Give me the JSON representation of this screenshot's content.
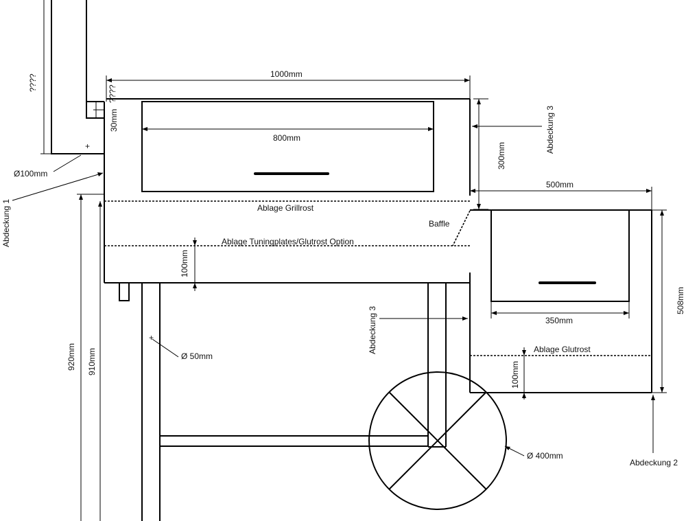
{
  "labels": {
    "chimney_height": "????",
    "chimney_gap": "????",
    "chimney_offset": "30mm",
    "chimney_diameter": "Ø100mm",
    "cover_1": "Abdeckung 1",
    "width_total": "1000mm",
    "width_lid": "800mm",
    "height_top": "300mm",
    "cover_3_top": "Abdeckung 3",
    "firebox_width": "500mm",
    "grill_grate_shelf": "Ablage Grillrost",
    "baffle": "Baffle",
    "tuning_plates": "Ablage Tuningplates/Glutrost Option",
    "depth_100_left": "100mm",
    "firebox_lid": "350mm",
    "firebox_height": "508mm",
    "cover_3_bottom": "Abdeckung 3",
    "leg_diameter": "Ø 50mm",
    "height_920": "920mm",
    "height_910": "910mm",
    "ember_grate_shelf": "Ablage Glutrost",
    "depth_100_right": "100mm",
    "wheel_diameter": "Ø 400mm",
    "cover_2": "Abdeckung 2"
  }
}
